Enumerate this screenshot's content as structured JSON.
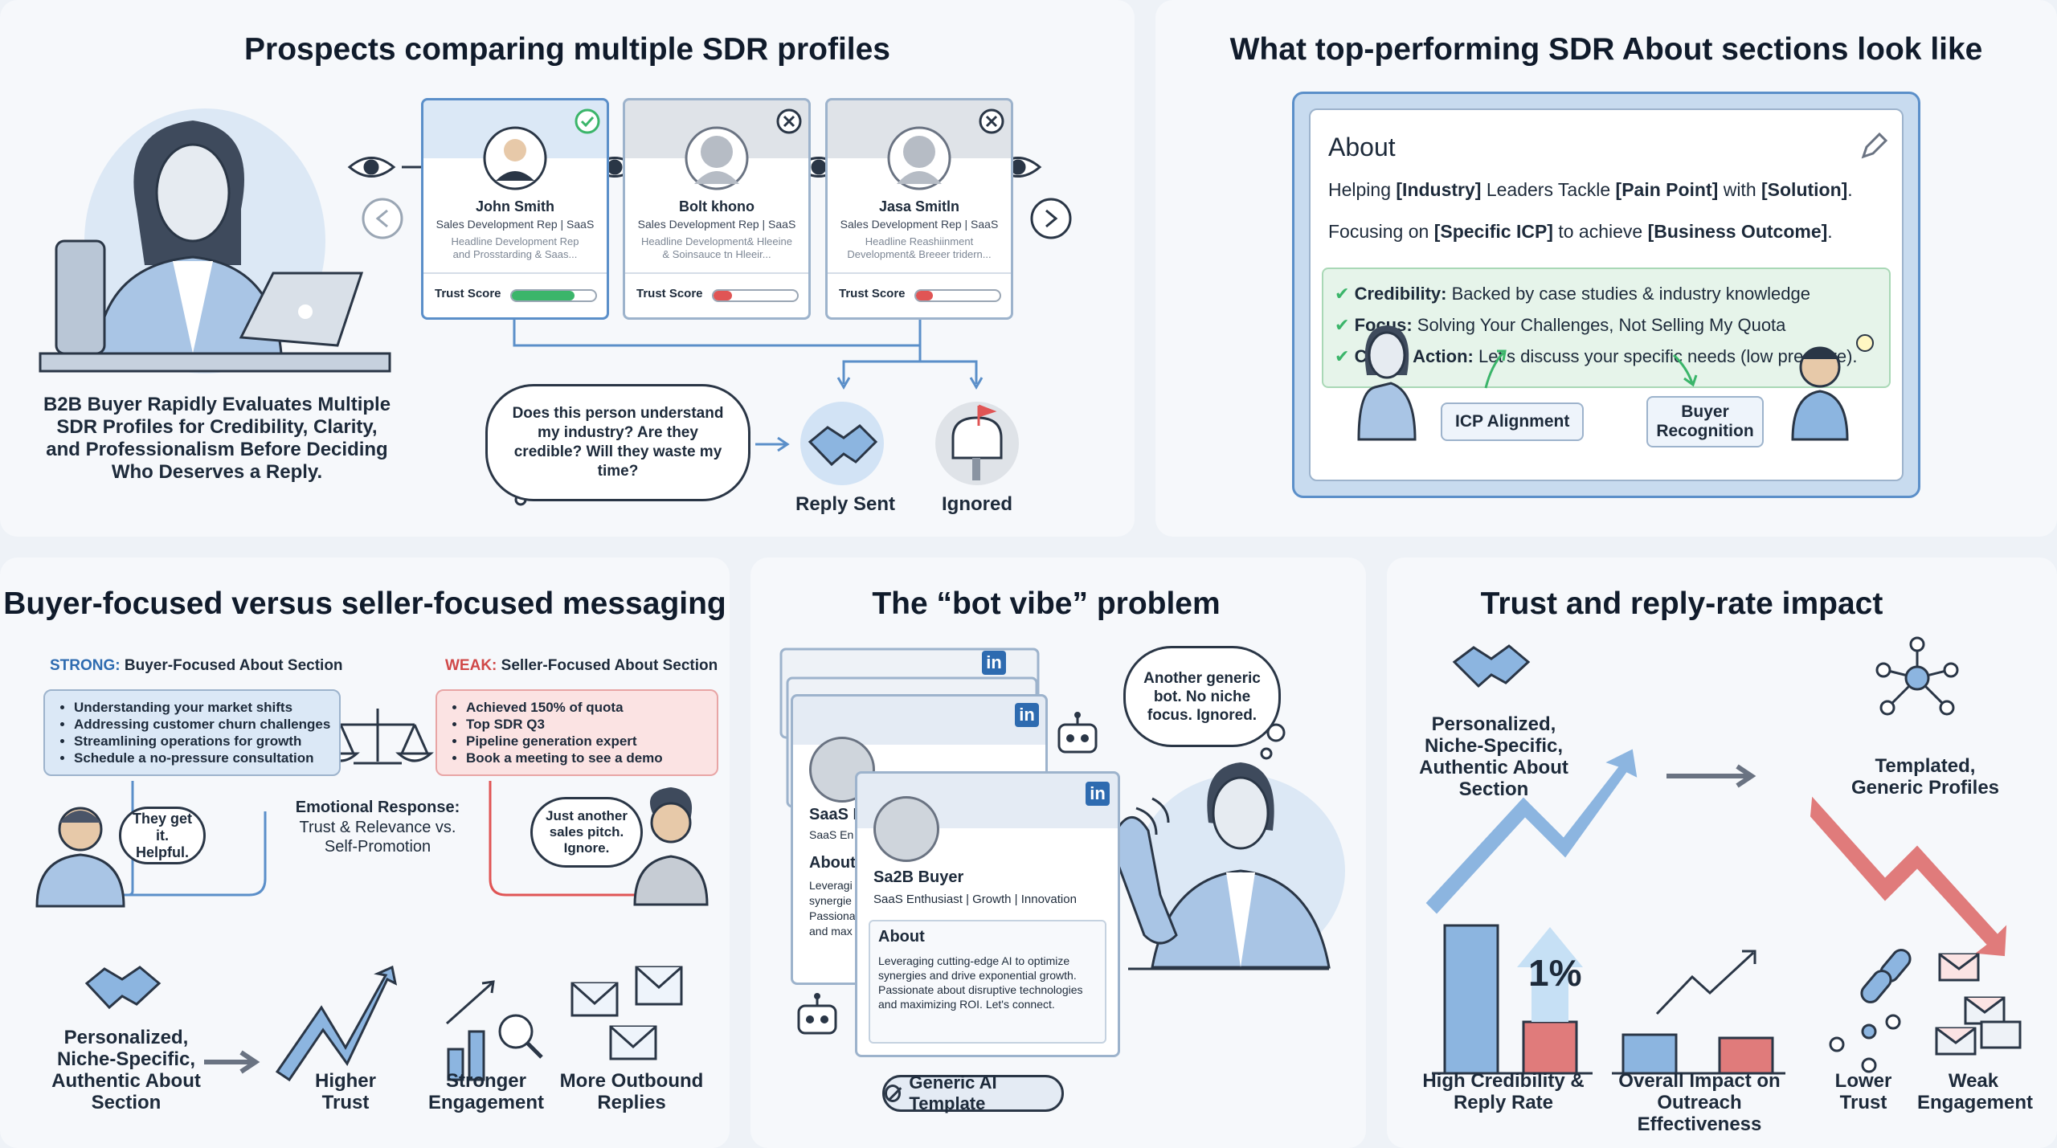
{
  "panels": {
    "p1": {
      "title": "Prospects comparing multiple SDR profiles",
      "caption": "B2B Buyer Rapidly Evaluates Multiple SDR Profiles for Credibility, Clarity, and Professionalism Before Deciding Who Deserves a Reply.",
      "profiles": [
        {
          "name": "John Smith",
          "role": "Sales Development Rep | SaaS",
          "headline": "Headline Development Rep and Prosstarding & Saas...",
          "trust_label": "Trust Score",
          "trust": 0.75,
          "status": "check"
        },
        {
          "name": "Bolt khono",
          "role": "Sales Development Rep | SaaS",
          "headline": "Headline Development& Hleeine & Soinsauce tn Hleeir...",
          "trust_label": "Trust Score",
          "trust": 0.22,
          "status": "x"
        },
        {
          "name": "Jasa Smitln",
          "role": "Sales Development Rep | SaaS",
          "headline": "Headline Reashiinment Development& Breeer tridern...",
          "trust_label": "Trust Score",
          "trust": 0.2,
          "status": "x"
        }
      ],
      "thought": "Does this person understand my industry? Are they credible? Will they waste my time?",
      "reply_sent": "Reply Sent",
      "ignored": "Ignored"
    },
    "p2": {
      "title": "What top-performing SDR About sections look like",
      "about_heading": "About",
      "line1": {
        "a": "Helping ",
        "b": "[Industry]",
        "c": " Leaders Tackle ",
        "d": "[Pain Point]",
        "e": " with ",
        "f": "[Solution]",
        "g": "."
      },
      "line2": {
        "a": "Focusing on ",
        "b": "[Specific ICP]",
        "c": " to achieve ",
        "d": "[Business Outcome]",
        "e": "."
      },
      "checks": [
        {
          "label": "Credibility:",
          "text": " Backed by case studies & industry knowledge"
        },
        {
          "label": "Focus:",
          "text": " Solving Your Challenges, Not Selling My Quota"
        },
        {
          "label": "Call to Action:",
          "text": " Let’s discuss your specific needs (low pressure)."
        }
      ],
      "icp": "ICP Alignment",
      "buyer_recognition": "Buyer Recognition"
    },
    "p3": {
      "title": "Buyer-focused versus seller-focused messaging",
      "strong_tag": "STRONG:",
      "strong_title": " Buyer-Focused About Section",
      "strong_items": [
        "Understanding your market shifts",
        "Addressing customer churn challenges",
        "Streamlining operations for growth",
        "Schedule a no-pressure consultation"
      ],
      "weak_tag": "WEAK:",
      "weak_title": " Seller-Focused About Section",
      "weak_items": [
        "Achieved 150% of quota",
        "Top SDR Q3",
        "Pipeline generation expert",
        "Book a meeting to see a demo"
      ],
      "emotional_title": "Emotional Response:",
      "emotional_text": "Trust & Relevance vs. Self-Promotion",
      "they_get_it": "They get it. Helpful.",
      "just_another": "Just another sales pitch. Ignore.",
      "flow": [
        "Personalized, Niche-Specific, Authentic About Section",
        "Higher Trust",
        "Stronger Engagement",
        "More Outbound Replies"
      ]
    },
    "p4": {
      "title": "The “bot vibe” problem",
      "back_name": "SaaS E",
      "back_role": "SaaS En",
      "back_about": "About",
      "back_text": "Leveragi synergie Passiona and max",
      "name": "Sa2B Buyer",
      "role": "SaaS Enthusiast | Growth | Innovation",
      "about": "About",
      "about_text": "Leveraging cutting-edge AI to optimize synergies and drive exponential growth. Passionate about disruptive technologies and maximizing ROI. Let's connect.",
      "thought": "Another generic bot. No niche focus. Ignored.",
      "badge": "Generic AI Template",
      "linkedin": "in"
    },
    "p5": {
      "title": "Trust and reply-rate impact",
      "left_label": "Personalized, Niche-Specific, Authentic About Section",
      "right_label": "Templated, Generic Profiles",
      "percent": "1%",
      "labels": [
        "High Credibility & Reply Rate",
        "Overall Impact on Outreach Effectiveness",
        "Lower Trust",
        "Weak Engagement"
      ]
    }
  },
  "colors": {
    "blue": "#5b8fc9",
    "green": "#3bb56a",
    "red": "#e05555",
    "light_blue": "#dbe8f6",
    "light_red": "#fbe3e3",
    "light_green": "#e6f4ea"
  }
}
